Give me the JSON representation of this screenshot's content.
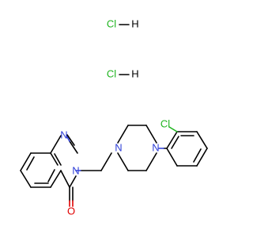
{
  "salt": {
    "hcl_1": {
      "cl": "Cl",
      "h": "H"
    },
    "hcl_2": {
      "cl": "Cl",
      "h": "H"
    }
  },
  "atoms": {
    "cl_aryl": "Cl",
    "n_quinazoline_top": "N",
    "n_quinazoline_3": "N",
    "n_piperazine_1": "N",
    "n_piperazine_4": "N",
    "o_carbonyl": "O"
  },
  "colors": {
    "bond": "#000000",
    "nitrogen": "#2f3fd8",
    "oxygen": "#e00000",
    "chlorine": "#1fb41f"
  }
}
